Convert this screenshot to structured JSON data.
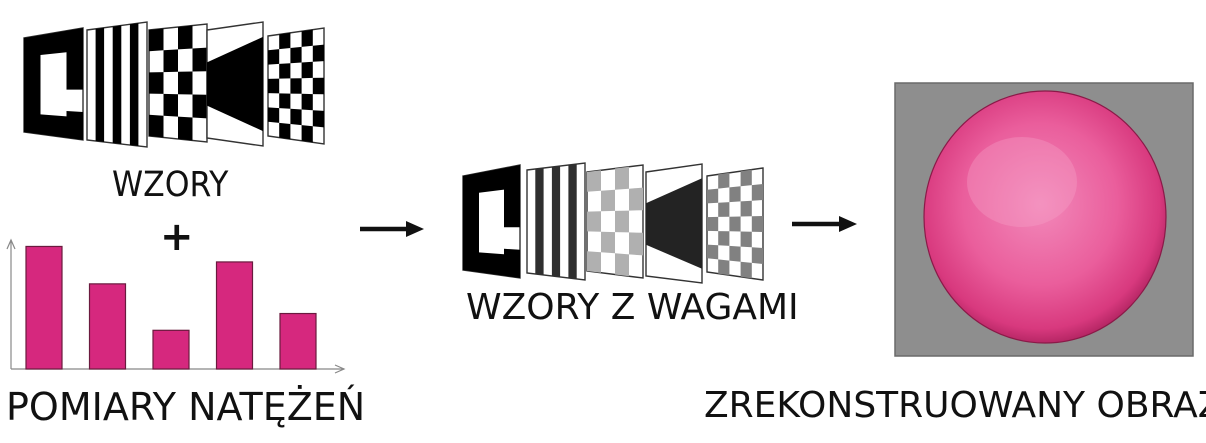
{
  "labels": {
    "patterns": "WZORY",
    "plus": "+",
    "measurements": "POMIARY NATĘŻEŃ",
    "weighted_patterns": "WZORY Z WAGAMI",
    "reconstructed_image": "ZREKONSTRUOWANY OBRAZ"
  },
  "colors": {
    "bar_fill": "#d6287e",
    "bar_stroke": "#6a1a3e",
    "sphere": "#e75a98",
    "background_square": "#8e8e8e",
    "arrow": "#111111"
  },
  "chart_data": {
    "type": "bar",
    "values": [
      0.95,
      0.66,
      0.3,
      0.83,
      0.43
    ],
    "ylim": [
      0,
      1
    ]
  },
  "pattern_weights": [
    1.0,
    0.8,
    0.25,
    0.85,
    0.45
  ],
  "icons": [
    "arrow-right-icon",
    "arrow-right-icon"
  ]
}
